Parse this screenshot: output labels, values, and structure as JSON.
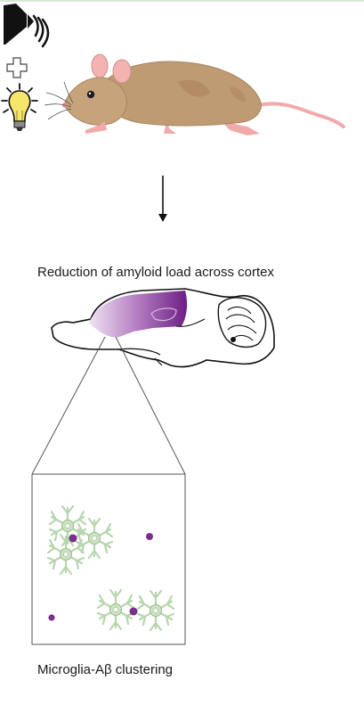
{
  "brain_caption": "Reduction of amyloid load across cortex",
  "zoom_caption": "Microglia-Aβ clustering",
  "icons": [
    "speaker-icon",
    "plus-icon",
    "light-bulb-icon",
    "mouse-illustration",
    "arrow-down-icon",
    "brain-outline",
    "microglia-cell",
    "amyloid-plaque"
  ],
  "colors": {
    "mouse_fur": "#bf9b73",
    "mouse_pink": "#f1a9a9",
    "amyloid_purple": "#7b2e8e",
    "microglia_green": "#b7d6ad",
    "bulb_yellow": "#f6e66a"
  }
}
